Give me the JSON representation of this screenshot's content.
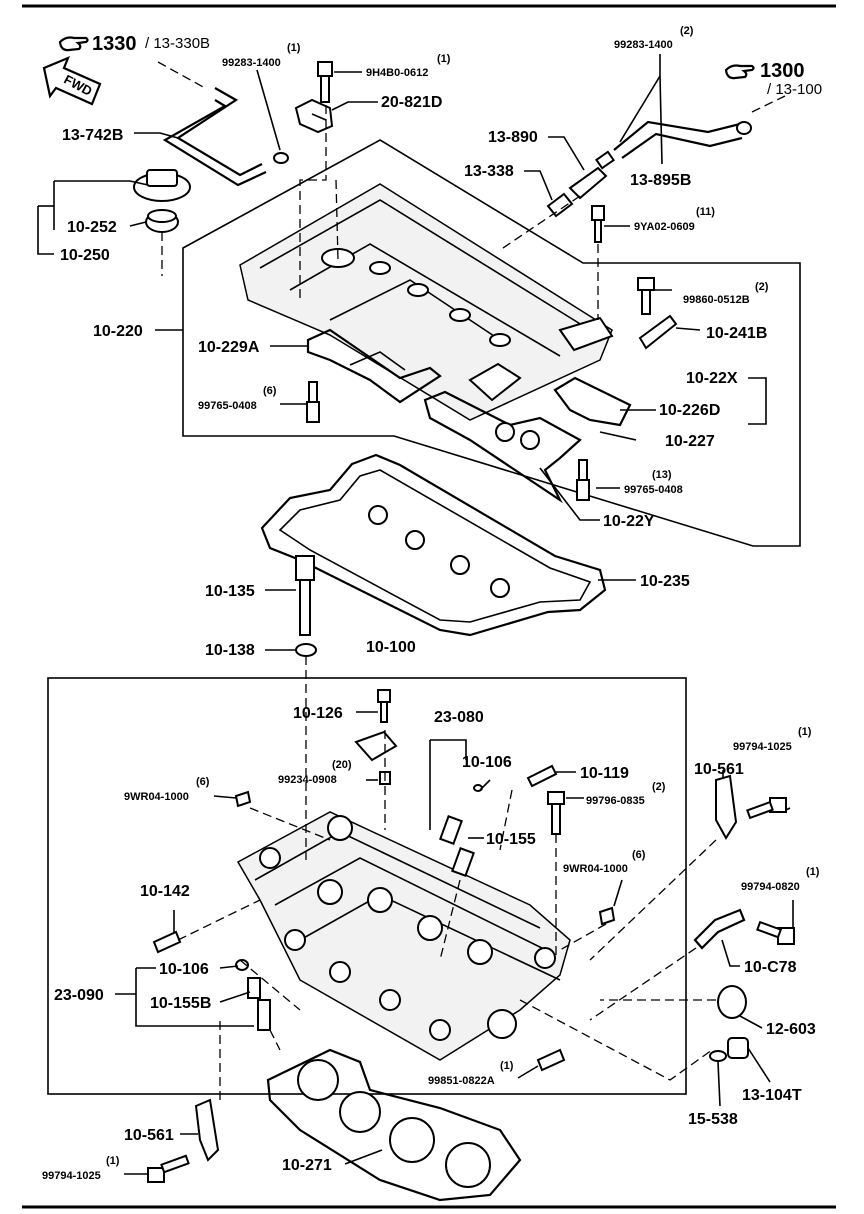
{
  "refs": {
    "top_left_main": "1330",
    "top_left_sub": "/ 13-330B",
    "top_right_main": "1300",
    "top_right_sub": "/ 13-100",
    "fwd": "FWD"
  },
  "labels": {
    "p13_742B": "13-742B",
    "p99283_1400_left": "99283-1400",
    "q99283_1400_left": "(1)",
    "p9H4B0_0612": "9H4B0-0612",
    "q9H4B0_0612": "(1)",
    "p20_821D": "20-821D",
    "p99283_1400_right": "99283-1400",
    "q99283_1400_right": "(2)",
    "p13_890": "13-890",
    "p13_338": "13-338",
    "p13_895B": "13-895B",
    "p9YA02_0609": "9YA02-0609",
    "q9YA02_0609": "(11)",
    "p10_252": "10-252",
    "p10_250": "10-250",
    "p99860_0512B": "99860-0512B",
    "q99860_0512B": "(2)",
    "p10_241B": "10-241B",
    "p10_220": "10-220",
    "p10_229A": "10-229A",
    "p99765_0408_left": "99765-0408",
    "q99765_0408_left": "(6)",
    "p10_22X": "10-22X",
    "p10_226D": "10-226D",
    "p10_227": "10-227",
    "p99765_0408_right": "99765-0408",
    "q99765_0408_right": "(13)",
    "p10_22Y": "10-22Y",
    "p10_135": "10-135",
    "p10_235": "10-235",
    "p10_138": "10-138",
    "p10_100": "10-100",
    "p10_126": "10-126",
    "p23_080": "23-080",
    "p99234_0908": "99234-0908",
    "q99234_0908": "(20)",
    "p10_106_top": "10-106",
    "p10_119": "10-119",
    "p9WR04_1000_left": "9WR04-1000",
    "q9WR04_1000_left": "(6)",
    "p99796_0835": "99796-0835",
    "q99796_0835": "(2)",
    "p10_155": "10-155",
    "p99794_1025_right": "99794-1025",
    "q99794_1025_right": "(1)",
    "p10_561_right": "10-561",
    "p9WR04_1000_right": "9WR04-1000",
    "q9WR04_1000_right": "(6)",
    "p10_142": "10-142",
    "p99794_0820": "99794-0820",
    "q99794_0820": "(1)",
    "p10_106_bottom": "10-106",
    "p23_090": "23-090",
    "p10_155B": "10-155B",
    "p10_C78": "10-C78",
    "p12_603": "12-603",
    "p99851_0822A": "99851-0822A",
    "q99851_0822A": "(1)",
    "p13_104T": "13-104T",
    "p15_538": "15-538",
    "p10_561_bottom": "10-561",
    "p99794_1025_bottom": "99794-1025",
    "q99794_1025_bottom": "(1)",
    "p10_271": "10-271"
  }
}
